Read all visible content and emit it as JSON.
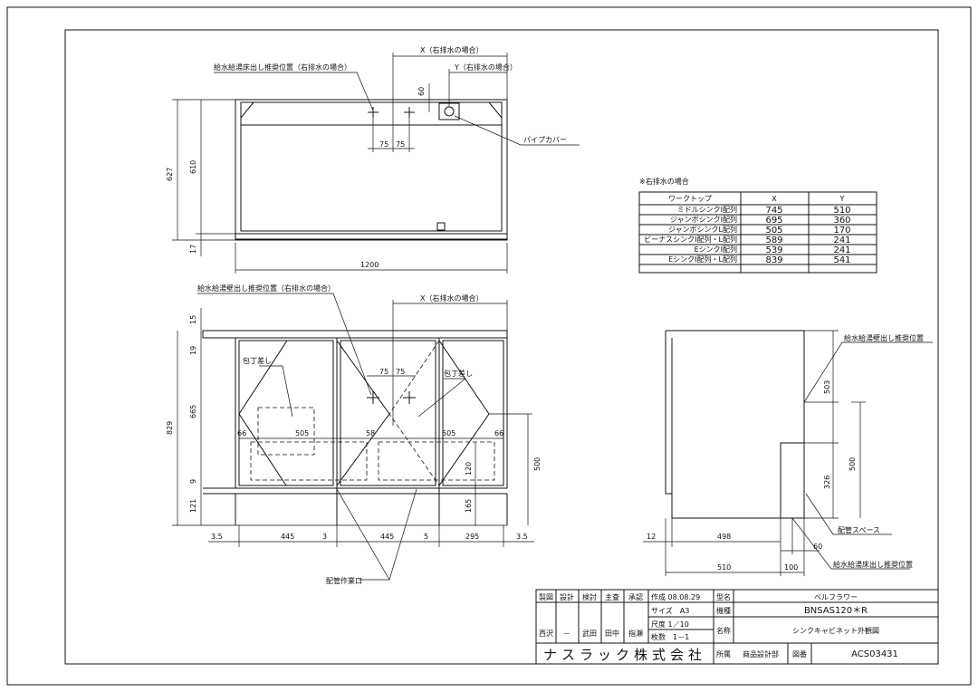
{
  "top_view": {
    "label_floor": "給水給湯床出し推奨位置（右排水の場合）",
    "label_x": "X（右排水の場合）",
    "label_y": "Y（右排水の場合）",
    "label_pipe": "パイプカバー",
    "dim_60": "60",
    "dim_75a": "75",
    "dim_75b": "75",
    "dim_627": "627",
    "dim_610": "610",
    "dim_17": "17",
    "dim_1200": "1200"
  },
  "front_view": {
    "label_wall": "給水給湯壁出し推奨位置（右排水の場合）",
    "label_x": "X（右排水の場合）",
    "label_knife_l": "包丁差し",
    "label_knife_r": "包丁差し",
    "label_pipe_work": "配管作業口",
    "dims": {
      "d15": "15",
      "d19": "19",
      "d829": "829",
      "d665": "665",
      "d9": "9",
      "d121": "121",
      "d66a": "66",
      "d505a": "505",
      "d58": "58",
      "d505b": "505",
      "d66b": "66",
      "d75a": "75",
      "d75b": "75",
      "d120": "120",
      "d165": "165",
      "d500": "500",
      "d35a": "3.5",
      "d445a": "445",
      "d3": "3",
      "d445b": "445",
      "d5": "5",
      "d295": "295",
      "d35b": "3.5"
    }
  },
  "side_view": {
    "label_wall": "給水給湯壁出し推奨位置",
    "label_space": "配管スペース",
    "label_floor": "給水給湯床出し推奨位置",
    "dims": {
      "d503": "503",
      "d500": "500",
      "d326": "326",
      "d12": "12",
      "d498": "498",
      "d60": "60",
      "d510": "510",
      "d100": "100"
    }
  },
  "table": {
    "caption": "※右排水の場合",
    "headers": [
      "ワークトップ",
      "X",
      "Y"
    ],
    "rows": [
      [
        "ミドルシンクⅠ配列",
        "745",
        "510"
      ],
      [
        "ジャンボシンクⅠ配列",
        "695",
        "360"
      ],
      [
        "ジャンボシンクL配列",
        "505",
        "170"
      ],
      [
        "ビーナスシンクⅠ配列・L配列",
        "589",
        "241"
      ],
      [
        "EシンクⅠ配列",
        "539",
        "241"
      ],
      [
        "EシンクⅠ配列・L配列",
        "839",
        "541"
      ]
    ]
  },
  "title_block": {
    "h_seizu": "製図",
    "h_sekkei": "設計",
    "h_kento": "検討",
    "h_shusa": "主査",
    "h_shonin": "承認",
    "n_seizu": "西沢",
    "n_sekkei": "－",
    "n_kento": "武田",
    "n_shusa": "田中",
    "n_shonin": "指瀬",
    "date": "作成 08.08.29",
    "size": "サイズ　A3",
    "scale": "尺度 1／10",
    "sheets": "枚数　1－1",
    "k_model": "型名",
    "v_model": "ベルフラワー",
    "k_kind": "機種",
    "v_kind": "BNSAS120＊R",
    "k_name": "名称",
    "v_name": "シンクキャビネット外観図",
    "company": "ナスラック株式会社",
    "k_dept": "所属",
    "v_dept": "商品設計部",
    "k_no": "図番",
    "v_no": "ACS03431"
  }
}
